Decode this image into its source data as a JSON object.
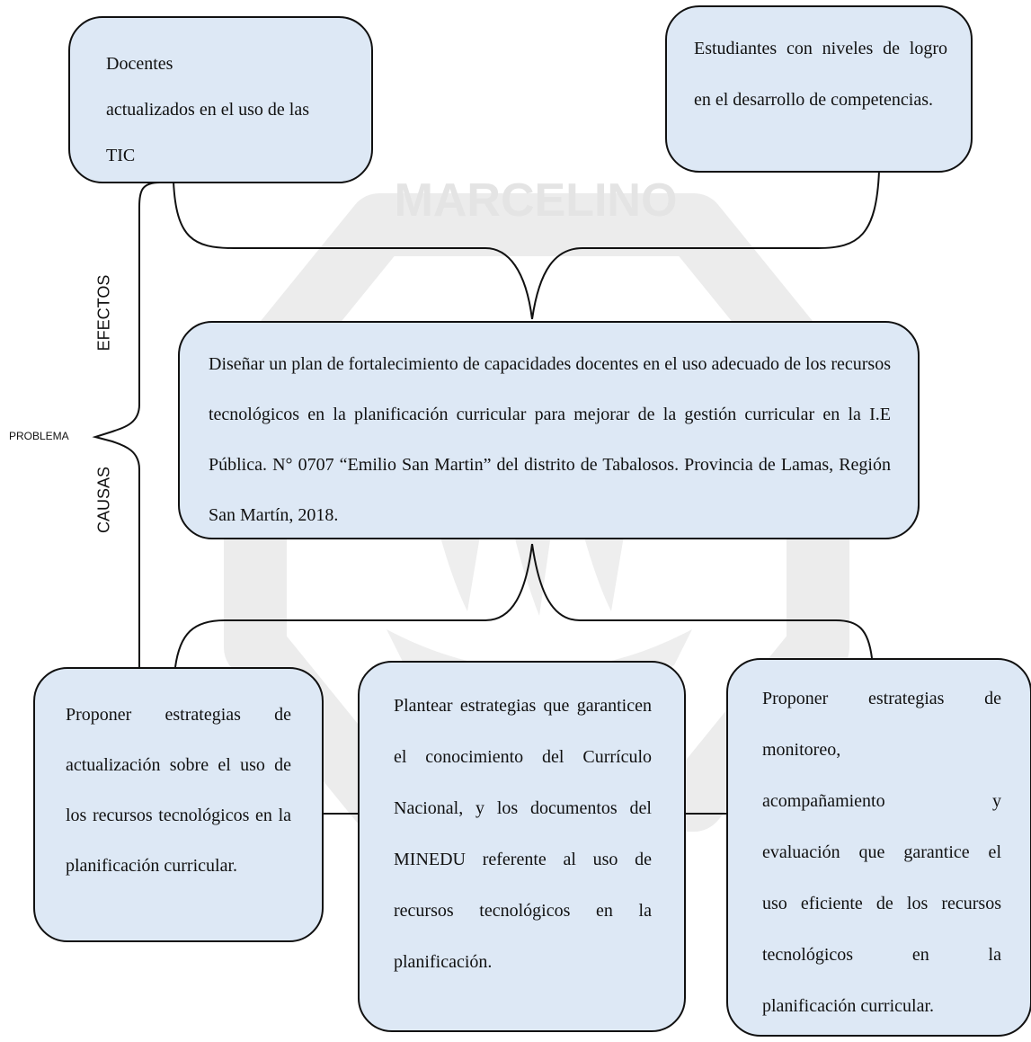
{
  "labels": {
    "efectos": "EFECTOS",
    "causas": "CAUSAS",
    "problema": "PROBLEMA"
  },
  "effects": [
    {
      "lines": [
        "Docentes",
        "actualizados en el uso de las",
        "TIC"
      ]
    },
    {
      "text": "Estudiantes con niveles de logro en el desarrollo de competencias."
    }
  ],
  "problem": {
    "text": "Diseñar un plan de fortalecimiento de capacidades docentes en el uso adecuado de los recursos tecnológicos en la planificación curricular para mejorar de la gestión curricular en la I.E Pública. N° 0707 “Emilio San Martin” del distrito de Tabalosos. Provincia de Lamas, Región San Martín, 2018."
  },
  "causes": [
    {
      "text": "Proponer estrategias de actualización sobre el uso de los recursos tecnológicos en la planificación curricular."
    },
    {
      "text": "Plantear estrategias que garanticen el conocimiento del Currículo Nacional, y los documentos del MINEDU referente al uso de recursos tecnológicos en la planificación."
    },
    {
      "lines": [
        "Proponer estrategias de monitoreo,",
        "acompañamiento y",
        "evaluación que garantice el",
        "uso eficiente de los recursos",
        "tecnológicos en la",
        "planificación curricular."
      ]
    }
  ],
  "watermark": {
    "text": "MARCELINO",
    "color": "#e6e6e6"
  },
  "colors": {
    "box_fill": "#dde8f5",
    "stroke": "#111111"
  }
}
